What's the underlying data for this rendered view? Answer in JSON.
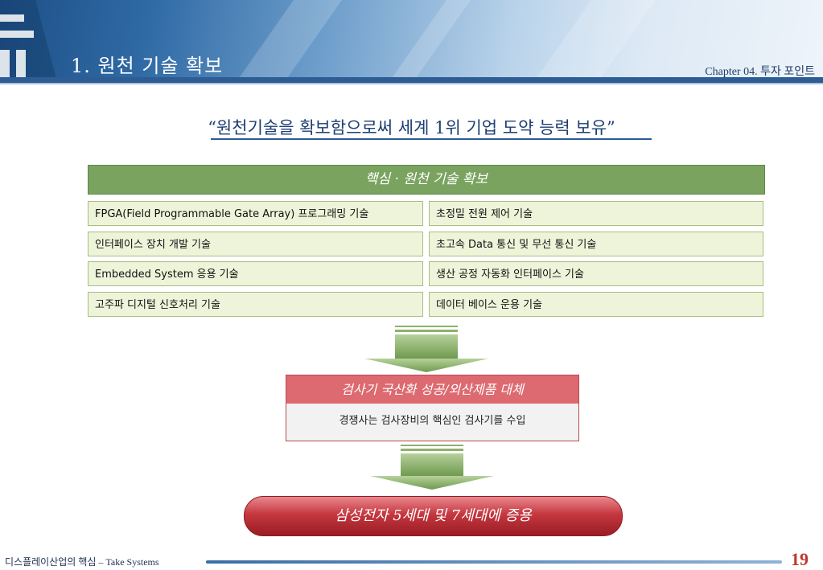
{
  "header": {
    "title": "1. 원천 기술 확보",
    "chapter": "Chapter 04. 투자 포인트"
  },
  "headline": "“원천기술을 확보함으로써 세계 1위 기업 도약 능력 보유”",
  "core": {
    "header": "핵심 · 원천 기술 확보",
    "left_items": [
      "FPGA(Field Programmable Gate Array) 프로그래밍 기술",
      "인터페이스 장치 개발 기술",
      "Embedded System 응용 기술",
      "고주파 디지털 신호처리 기술"
    ],
    "right_items": [
      "초정밀 전원 제어 기술",
      "초고속 Data 통신 및 무선 통신 기술",
      "생산 공정 자동화 인터페이스 기술",
      "데이터 베이스 운용 기술"
    ]
  },
  "localization": {
    "header": "검사기 국산화 성공/외산제품 대체",
    "body": "경쟁사는 검사장비의 핵심인 검사기를 수입"
  },
  "result": "삼성전자 5세대 및 7세대에 증용",
  "footer": {
    "text": "디스플레이산업의 핵심 – Take Systems",
    "page": "19"
  },
  "colors": {
    "banner": "#2f6aa5",
    "green_header": "#7aa360",
    "cell_bg": "#eef4d9",
    "red_header": "#dd6a70",
    "pill": "#c5373f",
    "arrow": "#8db26c",
    "page_num": "#c0392b"
  }
}
